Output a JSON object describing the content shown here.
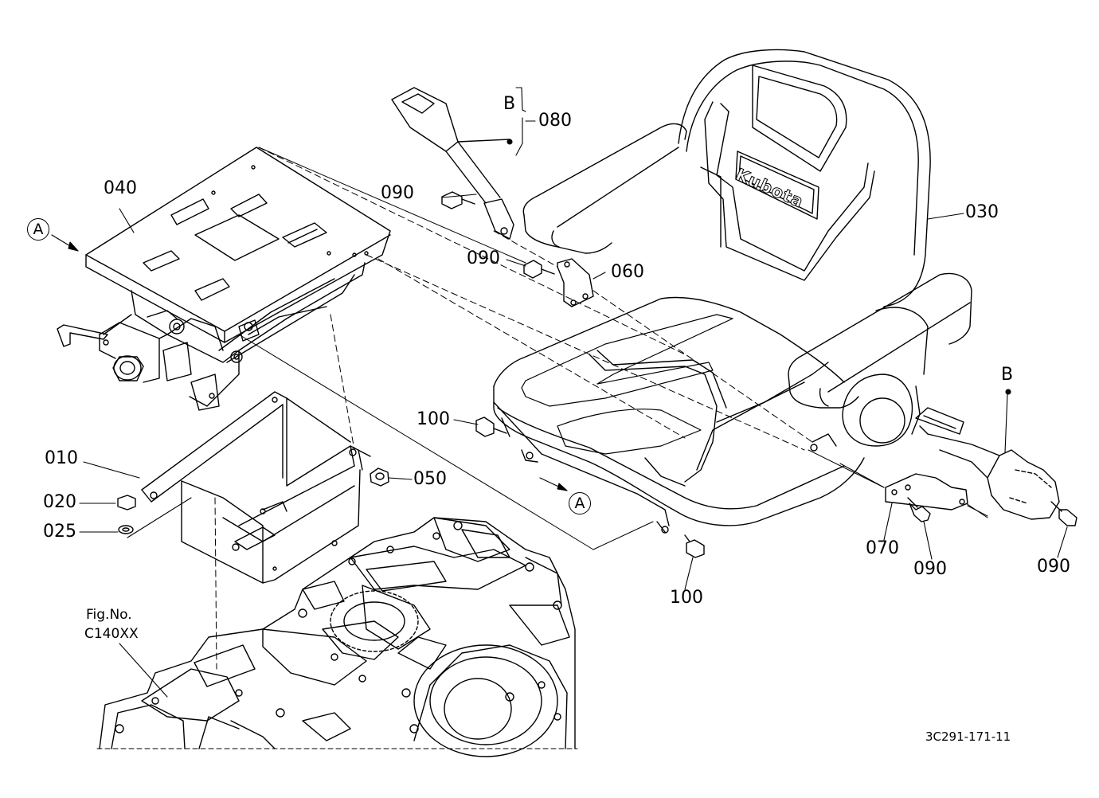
{
  "diagram": {
    "parts": {
      "p010": "010",
      "p020": "020",
      "p025": "025",
      "p030": "030",
      "p040": "040",
      "p050": "050",
      "p060": "060",
      "p070": "070",
      "p080": "080",
      "p090_a": "090",
      "p090_b": "090",
      "p090_c": "090",
      "p090_d": "090",
      "p100_a": "100",
      "p100_b": "100"
    },
    "markers": {
      "a_left": "A",
      "a_right": "A",
      "b_top": "B",
      "b_right": "B"
    },
    "figure_ref": {
      "line1": "Fig.No.",
      "line2": "C140XX"
    },
    "brand": "Kubota",
    "drawing_code": "3C291-171-11"
  }
}
